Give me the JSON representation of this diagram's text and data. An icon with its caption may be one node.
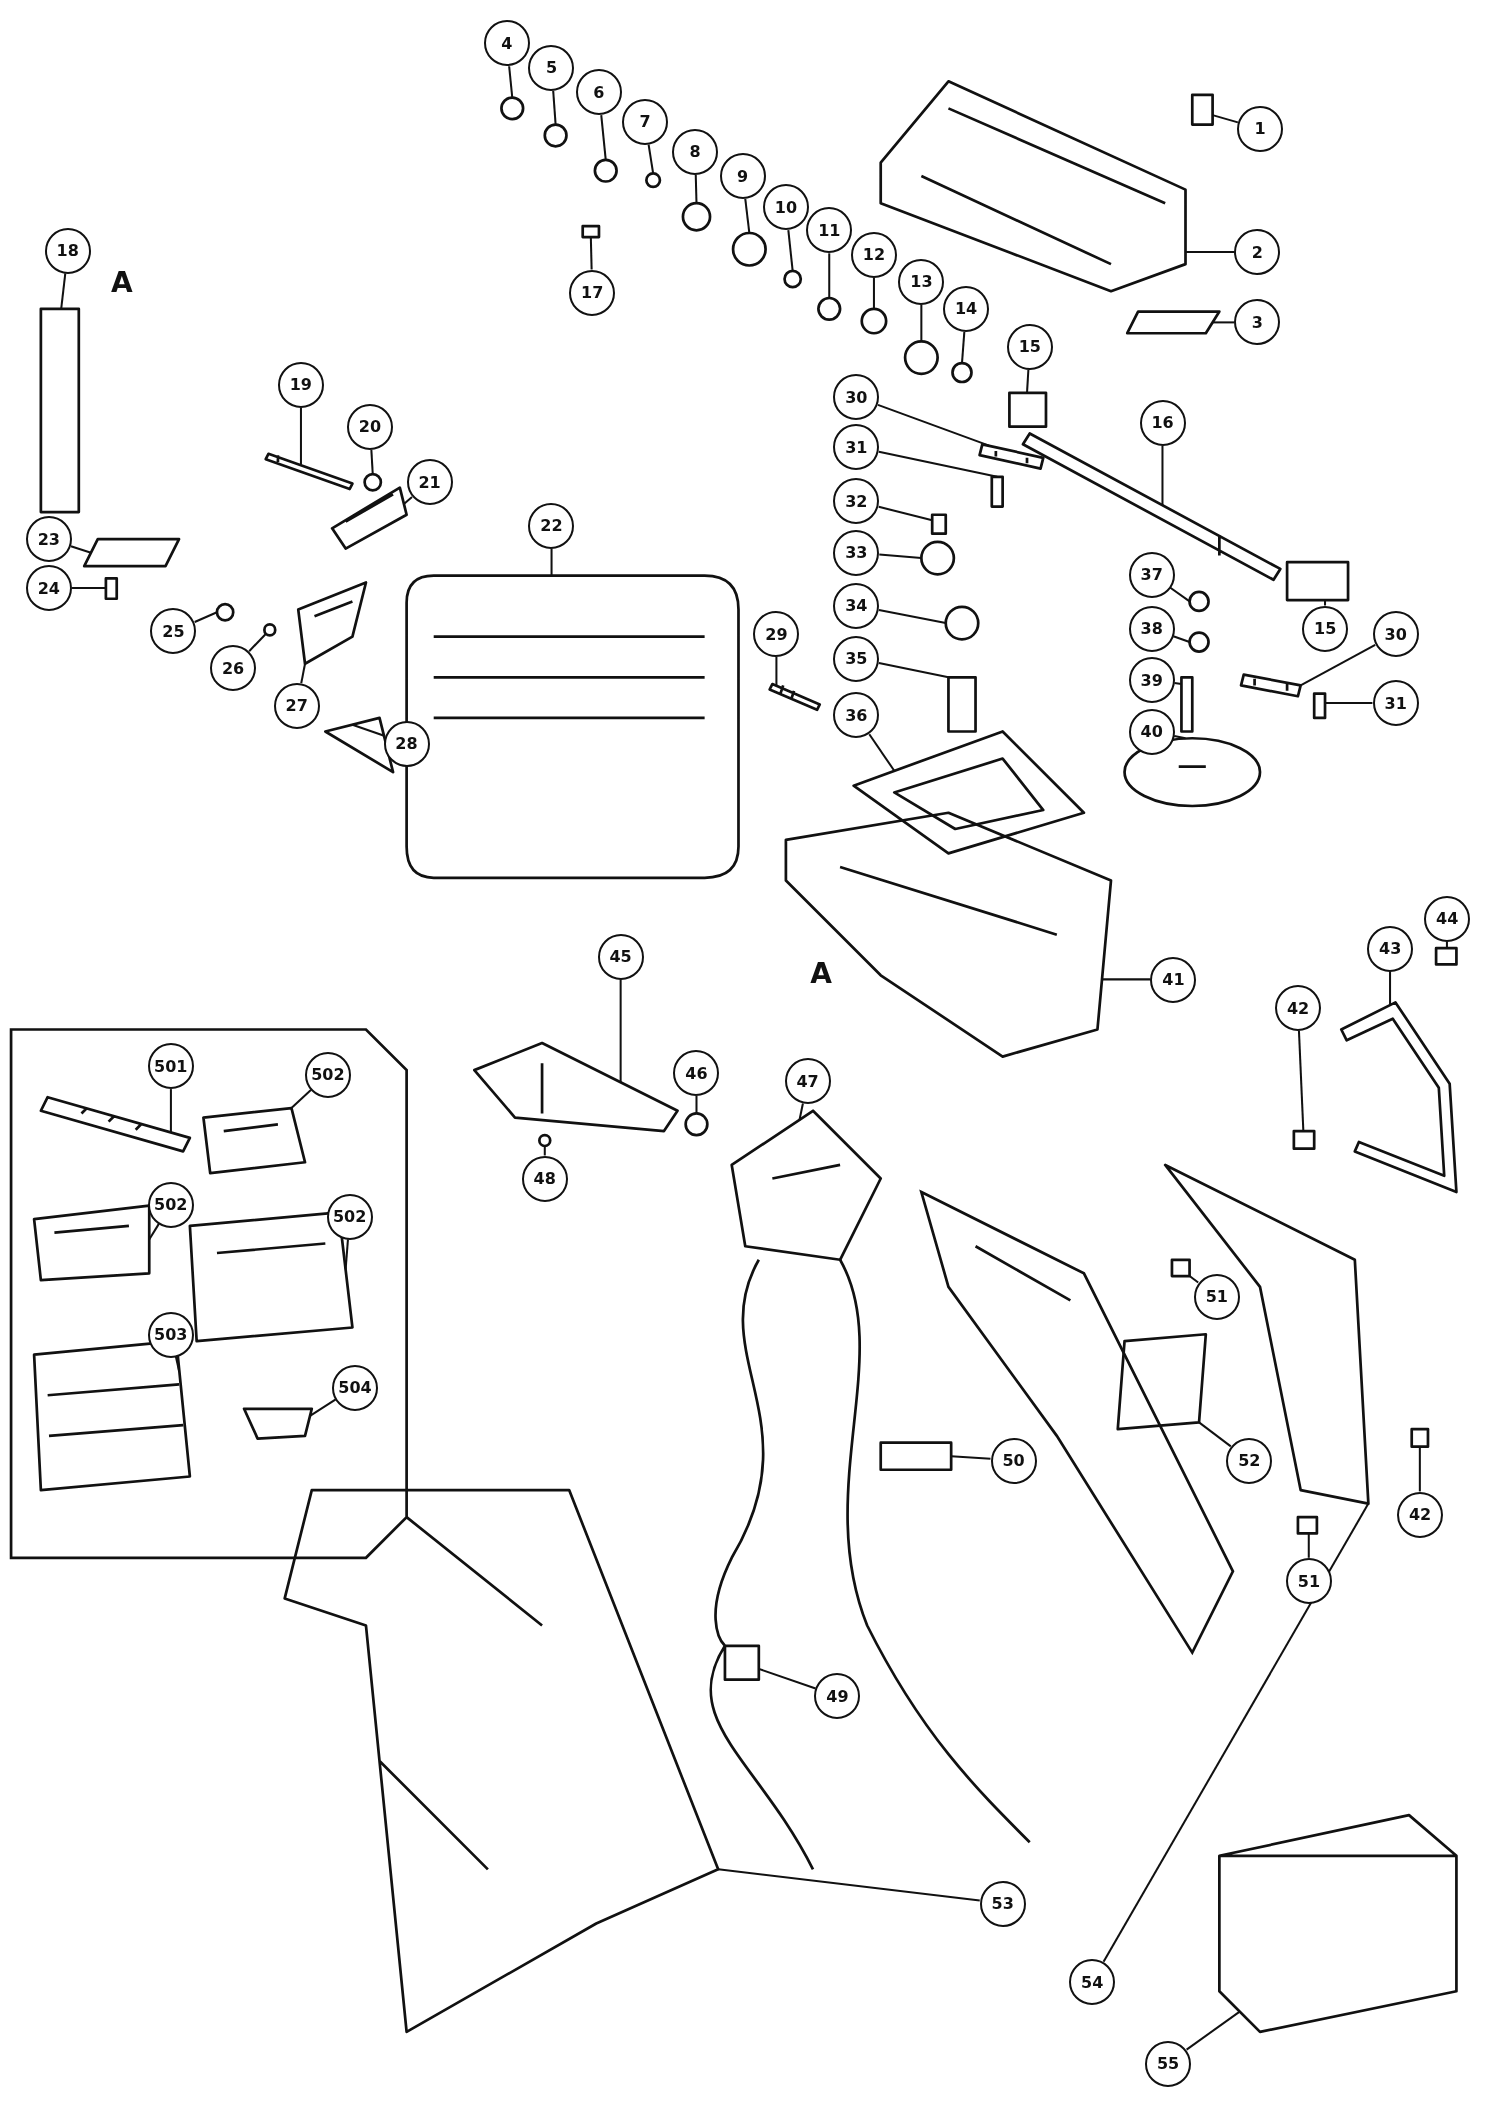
{
  "diagram": {
    "nodes": [
      {
        "text": [
          "4"
        ]
      },
      {
        "text": [
          "5"
        ]
      },
      {
        "text": [
          "6"
        ]
      },
      {
        "text": [
          "7"
        ]
      },
      {
        "text": [
          "8"
        ]
      },
      {
        "text": [
          "9"
        ]
      },
      {
        "text": [
          "1"
        ]
      },
      {
        "text": [
          "10"
        ]
      },
      {
        "text": [
          "11"
        ]
      },
      {
        "text": [
          "12"
        ]
      },
      {
        "text": [
          "2"
        ]
      },
      {
        "text": [
          "18"
        ]
      },
      {
        "text": [
          "13"
        ]
      },
      {
        "text": [
          "17"
        ]
      },
      {
        "text": [
          "14"
        ]
      },
      {
        "text": [
          "3"
        ]
      },
      {
        "text": [
          "15"
        ]
      },
      {
        "text": [
          "19"
        ]
      },
      {
        "text": [
          "30"
        ]
      },
      {
        "text": [
          "16"
        ]
      },
      {
        "text": [
          "20"
        ]
      },
      {
        "text": [
          "31"
        ]
      },
      {
        "text": [
          "21"
        ]
      },
      {
        "text": [
          "32"
        ]
      },
      {
        "text": [
          "22"
        ]
      },
      {
        "text": [
          "23"
        ]
      },
      {
        "text": [
          "33"
        ]
      },
      {
        "text": [
          "37"
        ]
      },
      {
        "text": [
          "24"
        ]
      },
      {
        "text": [
          "34"
        ]
      },
      {
        "text": [
          "15"
        ]
      },
      {
        "text": [
          "38"
        ]
      },
      {
        "text": [
          "25"
        ]
      },
      {
        "text": [
          "29"
        ]
      },
      {
        "text": [
          "30"
        ]
      },
      {
        "text": [
          "26"
        ]
      },
      {
        "text": [
          "35"
        ]
      },
      {
        "text": [
          "39"
        ]
      },
      {
        "text": [
          "31"
        ]
      },
      {
        "text": [
          "27"
        ]
      },
      {
        "text": [
          "36"
        ]
      },
      {
        "text": [
          "40"
        ]
      },
      {
        "text": [
          "28"
        ]
      },
      {
        "text": [
          "43"
        ]
      },
      {
        "text": [
          "44"
        ]
      },
      {
        "text": [
          "45"
        ]
      },
      {
        "text": [
          "41"
        ]
      },
      {
        "text": [
          "42"
        ]
      },
      {
        "text": [
          "501"
        ]
      },
      {
        "text": [
          "46"
        ]
      },
      {
        "text": [
          "502"
        ]
      },
      {
        "text": [
          "47"
        ]
      },
      {
        "text": [
          "48"
        ]
      },
      {
        "text": [
          "502"
        ]
      },
      {
        "text": [
          "502"
        ]
      },
      {
        "text": [
          "51"
        ]
      },
      {
        "text": [
          "503"
        ]
      },
      {
        "text": [
          "504"
        ]
      },
      {
        "text": [
          "50"
        ]
      },
      {
        "text": [
          "52"
        ]
      },
      {
        "text": [
          "42"
        ]
      },
      {
        "text": [
          "51"
        ]
      },
      {
        "text": [
          "49"
        ]
      },
      {
        "text": [
          "53"
        ]
      },
      {
        "text": [
          "54"
        ]
      },
      {
        "text": [
          "55"
        ]
      },
      {
        "text": [],
        "shape": "circle"
      },
      {
        "text": [],
        "shape": "circle"
      },
      {
        "text": [],
        "shape": "circle"
      },
      {
        "text": [],
        "shape": "circle"
      },
      {
        "text": [],
        "shape": "circle"
      },
      {
        "text": [],
        "shape": "circle"
      },
      {
        "text": [],
        "shape": "box"
      },
      {
        "text": [],
        "shape": "circle"
      },
      {
        "text": [],
        "shape": "circle"
      },
      {
        "text": [],
        "shape": "circle"
      },
      {
        "text": [],
        "shape": "picture"
      },
      {
        "text": [],
        "shape": "box"
      },
      {
        "text": [],
        "shape": "circle"
      },
      {
        "text": [],
        "shape": "box"
      },
      {
        "text": [],
        "shape": "circle"
      },
      {
        "text": [],
        "shape": "picture"
      },
      {
        "text": [],
        "shape": "box"
      },
      {
        "text": [],
        "shape": "picture"
      },
      {
        "text": [],
        "shape": "picture"
      },
      {
        "text": [],
        "shape": "picture"
      },
      {
        "text": [],
        "shape": "circle"
      },
      {
        "text": [],
        "shape": "box"
      },
      {
        "text": [],
        "shape": "picture"
      },
      {
        "text": [],
        "shape": "box"
      },
      {
        "text": [],
        "shape": "picture"
      },
      {
        "text": [],
        "shape": "picture"
      },
      {
        "text": [],
        "shape": "circle"
      },
      {
        "text": [],
        "shape": "circle"
      },
      {
        "text": [],
        "shape": "box"
      },
      {
        "text": [],
        "shape": "circle"
      },
      {
        "text": [],
        "shape": "box"
      },
      {
        "text": [],
        "shape": "circle"
      },
      {
        "text": [],
        "shape": "circle"
      },
      {
        "text": [],
        "shape": "picture"
      },
      {
        "text": [],
        "shape": "picture"
      },
      {
        "text": [],
        "shape": "circle"
      },
      {
        "text": [],
        "shape": "box"
      },
      {
        "text": [],
        "shape": "box"
      },
      {
        "text": [],
        "shape": "box"
      },
      {
        "text": [],
        "shape": "picture"
      },
      {
        "text": [],
        "shape": "picture"
      },
      {
        "text": [],
        "shape": "picture"
      },
      {
        "text": [],
        "shape": "picture"
      },
      {
        "text": [],
        "shape": "picture"
      },
      {
        "text": [],
        "shape": "box"
      },
      {
        "text": [],
        "shape": "picture"
      },
      {
        "text": [],
        "shape": "picture"
      },
      {
        "text": [],
        "shape": "box"
      },
      {
        "text": [],
        "shape": "picture"
      },
      {
        "text": [],
        "shape": "circle"
      },
      {
        "text": [],
        "shape": "picture"
      },
      {
        "text": [],
        "shape": "picture"
      },
      {
        "text": [],
        "shape": "circle"
      },
      {
        "text": [],
        "shape": "picture"
      },
      {
        "text": [],
        "shape": "picture"
      },
      {
        "text": [],
        "shape": "box"
      },
      {
        "text": [],
        "shape": "picture"
      },
      {
        "text": [],
        "shape": "picture"
      },
      {
        "text": [],
        "shape": "box"
      },
      {
        "text": [],
        "shape": "picture"
      },
      {
        "text": [],
        "shape": "box"
      },
      {
        "text": [],
        "shape": "box"
      },
      {
        "text": [],
        "shape": "picture"
      },
      {
        "text": [],
        "shape": "picture"
      },
      {
        "text": [],
        "shape": "picture"
      },
      {
        "text": [],
        "shape": "picture"
      }
    ],
    "edges": [
      {
        "from": 0,
        "to": 66,
        "arrow": "none"
      },
      {
        "from": 1,
        "to": 67,
        "arrow": "none"
      },
      {
        "from": 2,
        "to": 68,
        "arrow": "none"
      },
      {
        "from": 3,
        "to": 69,
        "arrow": "none"
      },
      {
        "from": 4,
        "to": 70,
        "arrow": "none"
      },
      {
        "from": 5,
        "to": 71,
        "arrow": "none"
      },
      {
        "from": 6,
        "to": 72,
        "arrow": "none"
      },
      {
        "from": 7,
        "to": 73,
        "arrow": "none"
      },
      {
        "from": 8,
        "to": 74,
        "arrow": "none"
      },
      {
        "from": 9,
        "to": 75,
        "arrow": "none"
      },
      {
        "from": 10,
        "to": 76,
        "arrow": "none"
      },
      {
        "from": 11,
        "to": 77,
        "arrow": "none"
      },
      {
        "from": 12,
        "to": 78,
        "arrow": "none"
      },
      {
        "from": 13,
        "to": 79,
        "arrow": "none"
      },
      {
        "from": 14,
        "to": 80,
        "arrow": "none"
      },
      {
        "from": 15,
        "to": 81,
        "arrow": "none"
      },
      {
        "from": 16,
        "to": 82,
        "arrow": "none"
      },
      {
        "from": 17,
        "to": 83,
        "arrow": "none"
      },
      {
        "from": 18,
        "to": 84,
        "arrow": "none"
      },
      {
        "from": 19,
        "to": 85,
        "arrow": "none"
      },
      {
        "from": 20,
        "to": 86,
        "arrow": "none"
      },
      {
        "from": 21,
        "to": 87,
        "arrow": "none"
      },
      {
        "from": 22,
        "to": 88,
        "arrow": "none"
      },
      {
        "from": 23,
        "to": 89,
        "arrow": "none"
      },
      {
        "from": 24,
        "to": 90,
        "arrow": "none"
      },
      {
        "from": 25,
        "to": 91,
        "arrow": "none"
      },
      {
        "from": 26,
        "to": 92,
        "arrow": "none"
      },
      {
        "from": 27,
        "to": 93,
        "arrow": "none"
      },
      {
        "from": 28,
        "to": 94,
        "arrow": "none"
      },
      {
        "from": 29,
        "to": 95,
        "arrow": "none"
      },
      {
        "from": 30,
        "to": 96,
        "arrow": "none"
      },
      {
        "from": 31,
        "to": 97,
        "arrow": "none"
      },
      {
        "from": 32,
        "to": 98,
        "arrow": "none"
      },
      {
        "from": 33,
        "to": 99,
        "arrow": "none"
      },
      {
        "from": 34,
        "to": 100,
        "arrow": "none"
      },
      {
        "from": 35,
        "to": 101,
        "arrow": "none"
      },
      {
        "from": 36,
        "to": 102,
        "arrow": "none"
      },
      {
        "from": 37,
        "to": 103,
        "arrow": "none"
      },
      {
        "from": 38,
        "to": 104,
        "arrow": "none"
      },
      {
        "from": 39,
        "to": 105,
        "arrow": "none"
      },
      {
        "from": 40,
        "to": 106,
        "arrow": "none"
      },
      {
        "from": 41,
        "to": 107,
        "arrow": "none"
      },
      {
        "from": 42,
        "to": 108,
        "arrow": "none"
      },
      {
        "from": 43,
        "to": 109,
        "arrow": "none"
      },
      {
        "from": 44,
        "to": 110,
        "arrow": "none"
      },
      {
        "from": 45,
        "to": 111,
        "arrow": "none"
      },
      {
        "from": 46,
        "to": 112,
        "arrow": "none"
      },
      {
        "from": 47,
        "to": 113,
        "arrow": "none"
      },
      {
        "from": 48,
        "to": 114,
        "arrow": "none"
      },
      {
        "from": 49,
        "to": 115,
        "arrow": "none"
      },
      {
        "from": 50,
        "to": 116,
        "arrow": "none"
      },
      {
        "from": 51,
        "to": 117,
        "arrow": "none"
      },
      {
        "from": 52,
        "to": 118,
        "arrow": "none"
      },
      {
        "from": 53,
        "to": 119,
        "arrow": "none"
      },
      {
        "from": 54,
        "to": 120,
        "arrow": "none"
      },
      {
        "from": 55,
        "to": 121,
        "arrow": "none"
      },
      {
        "from": 56,
        "to": 122,
        "arrow": "none"
      },
      {
        "from": 57,
        "to": 123,
        "arrow": "none"
      },
      {
        "from": 58,
        "to": 124,
        "arrow": "none"
      },
      {
        "from": 59,
        "to": 125,
        "arrow": "none"
      },
      {
        "from": 60,
        "to": 126,
        "arrow": "none"
      },
      {
        "from": 61,
        "to": 127,
        "arrow": "none"
      },
      {
        "from": 62,
        "to": 128,
        "arrow": "none"
      },
      {
        "from": 63,
        "to": 129,
        "arrow": "none"
      },
      {
        "from": 64,
        "to": 130,
        "arrow": "none"
      },
      {
        "from": 65,
        "to": 131,
        "arrow": "none"
      }
    ],
    "labels": [
      "A",
      "A"
    ]
  }
}
